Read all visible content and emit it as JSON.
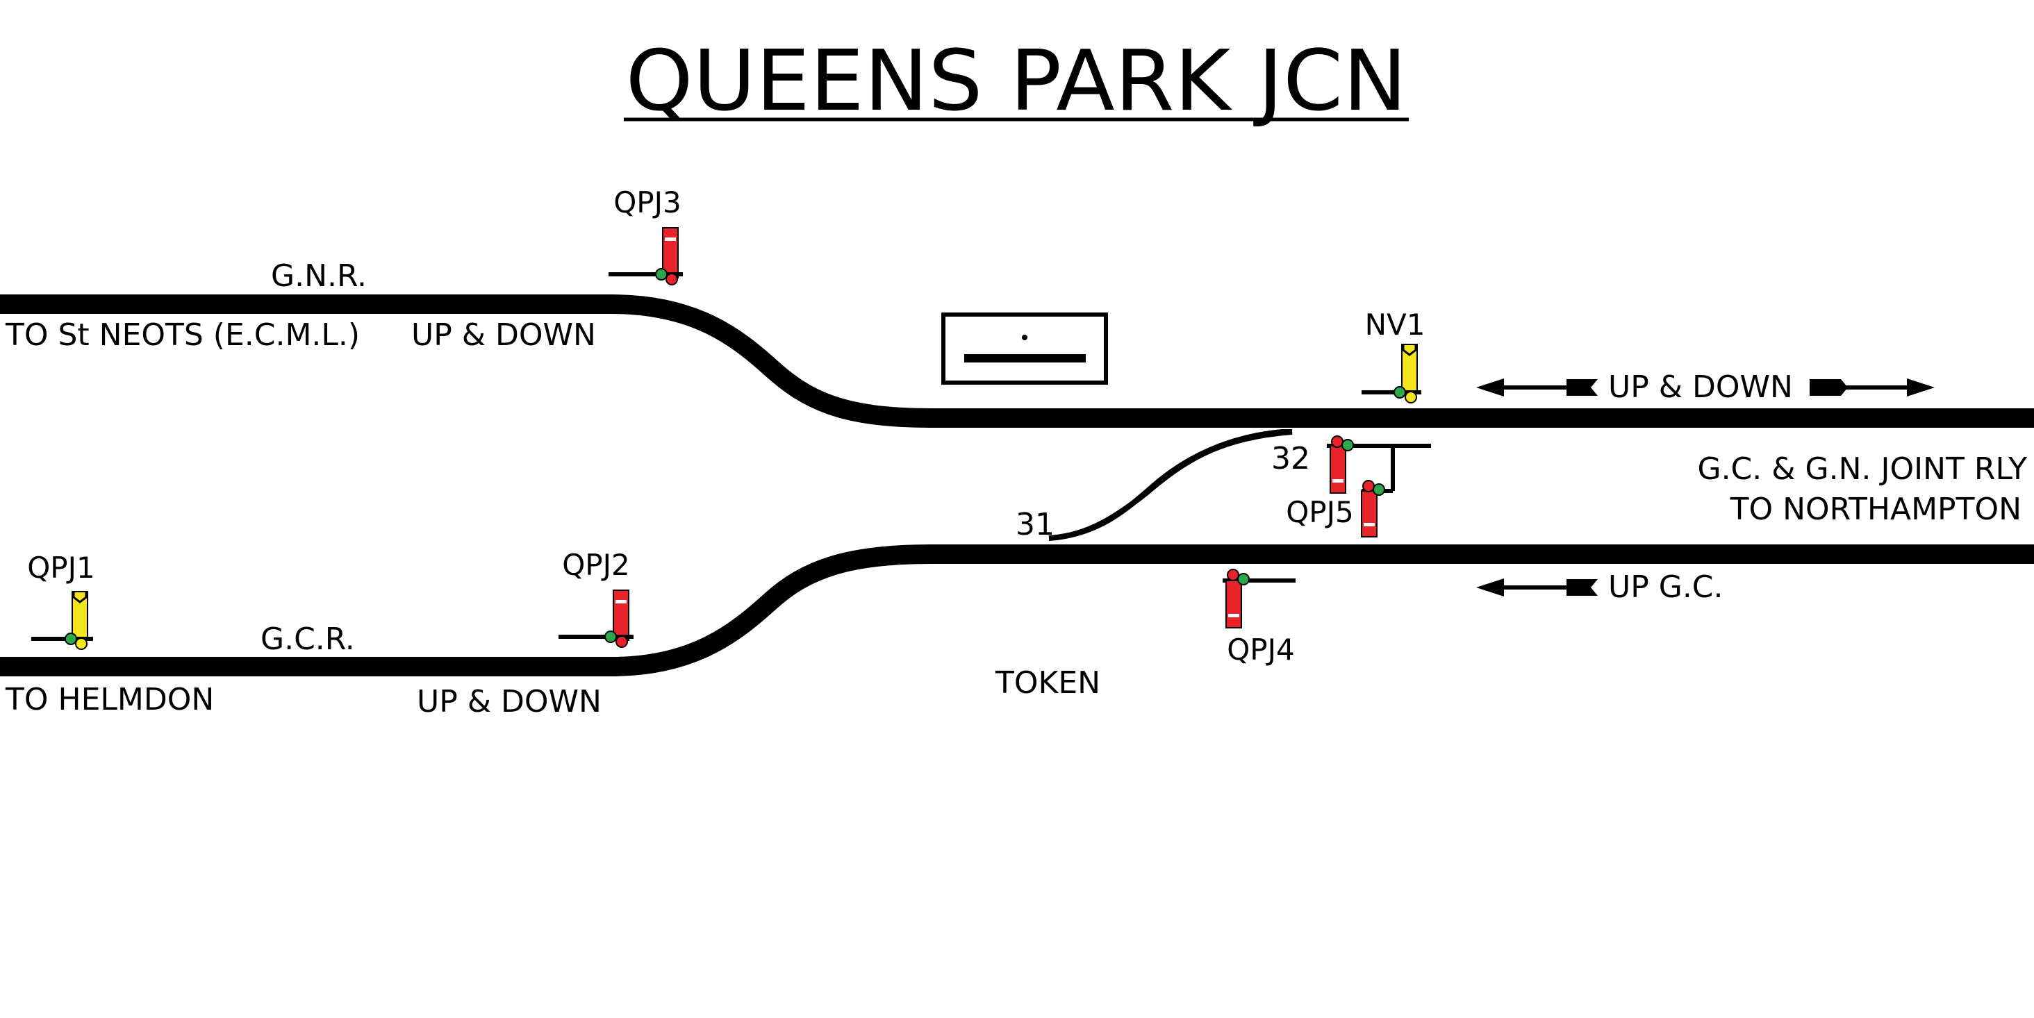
{
  "title": "QUEENS PARK JCN",
  "colors": {
    "track": "#000000",
    "signal_red": "#e8232a",
    "signal_yellow": "#f5e51b",
    "lamp_green": "#2aa84a",
    "lamp_red": "#e8232a",
    "lamp_yellow": "#f5e51b",
    "background": "#ffffff"
  },
  "labels": {
    "gnr": "G.N.R.",
    "to_st_neots": "TO St NEOTS (E.C.M.L.)",
    "up_down_top": "UP & DOWN",
    "gcr": "G.C.R.",
    "to_helmdon": "TO HELMDON",
    "up_down_bottom": "UP & DOWN",
    "token": "TOKEN",
    "up_down_right": "UP & DOWN",
    "joint_rly_1": "G.C. & G.N. JOINT RLY",
    "joint_rly_2": "TO NORTHAMPTON",
    "up_gc": "UP G.C.",
    "points_31": "31",
    "points_32": "32"
  },
  "signals": [
    {
      "id": "QPJ3",
      "color": "red",
      "icon": "home-signal-icon"
    },
    {
      "id": "QPJ2",
      "color": "red",
      "icon": "home-signal-icon"
    },
    {
      "id": "QPJ1",
      "color": "yellow",
      "icon": "distant-signal-icon"
    },
    {
      "id": "NV1",
      "color": "yellow",
      "icon": "distant-signal-icon"
    },
    {
      "id": "QPJ5",
      "color": "red",
      "icon": "home-signal-icon"
    },
    {
      "id": "QPJ4",
      "color": "red",
      "icon": "home-signal-icon"
    }
  ],
  "signal_box": {
    "icon": "signal-box-icon"
  }
}
